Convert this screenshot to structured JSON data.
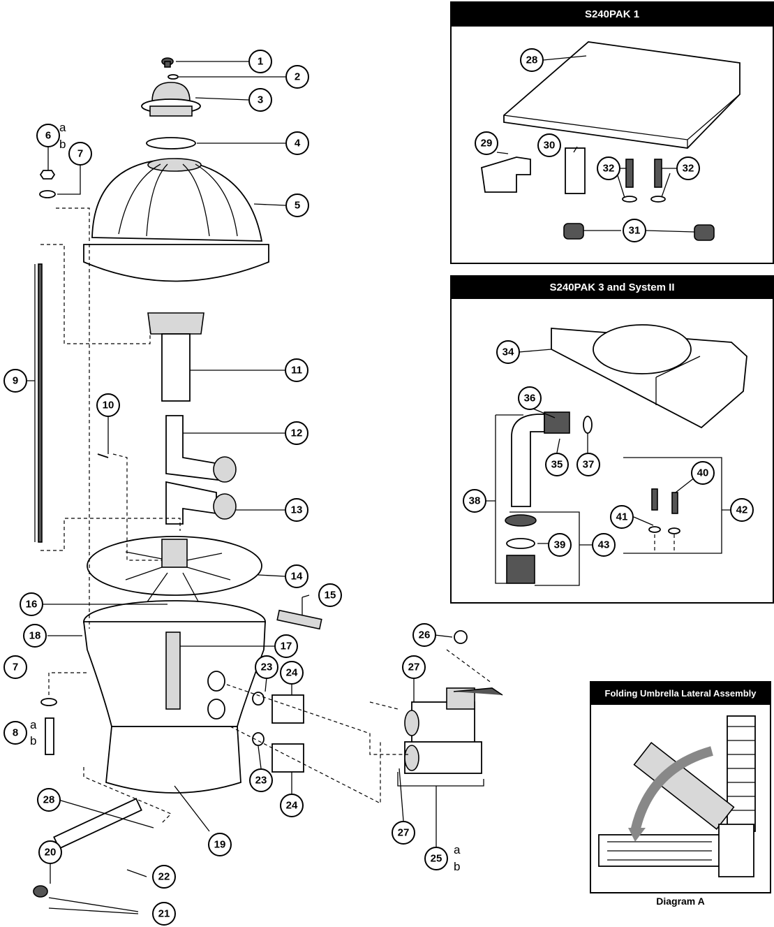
{
  "panels": {
    "pak1": {
      "title": "S240PAK 1"
    },
    "pak3": {
      "title": "S240PAK 3 and System II"
    },
    "umbrella": {
      "title": "Folding Umbrella Lateral Assembly",
      "caption": "Diagram A"
    }
  },
  "callouts": [
    {
      "id": "c1",
      "label": "1"
    },
    {
      "id": "c2",
      "label": "2"
    },
    {
      "id": "c3",
      "label": "3"
    },
    {
      "id": "c4",
      "label": "4"
    },
    {
      "id": "c5",
      "label": "5"
    },
    {
      "id": "c6",
      "label": "6"
    },
    {
      "id": "c7a",
      "label": "7"
    },
    {
      "id": "c7b",
      "label": "7"
    },
    {
      "id": "c8",
      "label": "8"
    },
    {
      "id": "c9",
      "label": "9"
    },
    {
      "id": "c10",
      "label": "10"
    },
    {
      "id": "c11",
      "label": "11"
    },
    {
      "id": "c12",
      "label": "12"
    },
    {
      "id": "c13",
      "label": "13"
    },
    {
      "id": "c14",
      "label": "14"
    },
    {
      "id": "c15",
      "label": "15"
    },
    {
      "id": "c16",
      "label": "16"
    },
    {
      "id": "c17",
      "label": "17"
    },
    {
      "id": "c18",
      "label": "18"
    },
    {
      "id": "c19",
      "label": "19"
    },
    {
      "id": "c20",
      "label": "20"
    },
    {
      "id": "c21",
      "label": "21"
    },
    {
      "id": "c22",
      "label": "22"
    },
    {
      "id": "c23a",
      "label": "23"
    },
    {
      "id": "c23b",
      "label": "23"
    },
    {
      "id": "c24a",
      "label": "24"
    },
    {
      "id": "c24b",
      "label": "24"
    },
    {
      "id": "c25",
      "label": "25"
    },
    {
      "id": "c26",
      "label": "26"
    },
    {
      "id": "c27a",
      "label": "27"
    },
    {
      "id": "c27b",
      "label": "27"
    },
    {
      "id": "c28",
      "label": "28"
    },
    {
      "id": "p28",
      "label": "28"
    },
    {
      "id": "p29",
      "label": "29"
    },
    {
      "id": "p30",
      "label": "30"
    },
    {
      "id": "p32a",
      "label": "32"
    },
    {
      "id": "p32b",
      "label": "32"
    },
    {
      "id": "p31",
      "label": "31"
    },
    {
      "id": "p34",
      "label": "34"
    },
    {
      "id": "p36",
      "label": "36"
    },
    {
      "id": "p35",
      "label": "35"
    },
    {
      "id": "p37",
      "label": "37"
    },
    {
      "id": "p38",
      "label": "38"
    },
    {
      "id": "p39",
      "label": "39"
    },
    {
      "id": "p40",
      "label": "40"
    },
    {
      "id": "p41",
      "label": "41"
    },
    {
      "id": "p42",
      "label": "42"
    },
    {
      "id": "p43",
      "label": "43"
    }
  ],
  "suffixes": {
    "a": "a",
    "b": "b"
  }
}
